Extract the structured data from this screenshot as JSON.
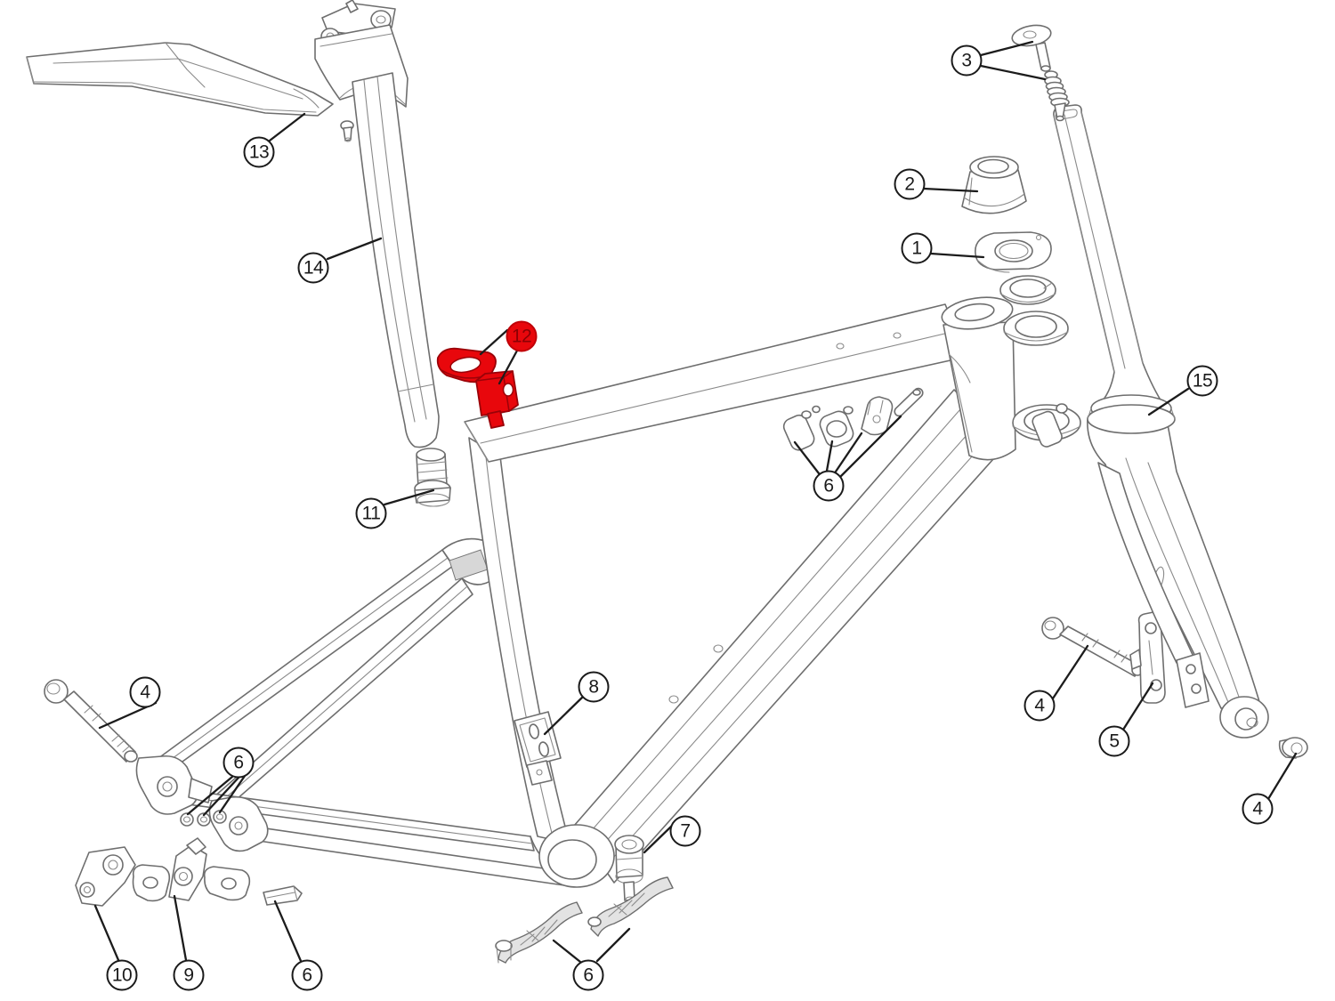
{
  "diagram": {
    "kind": "exploded-parts-diagram",
    "subject": "bicycle-frameset",
    "background_color": "#ffffff",
    "line_color": "#6e6e6e",
    "callout_border_color": "#1a1a1a",
    "highlight_fill": "#e8070c",
    "highlight_border": "#c00007",
    "highlight_text": "#8c0004",
    "callouts": [
      {
        "id": "callout-1",
        "label": "1",
        "highlighted": false
      },
      {
        "id": "callout-2",
        "label": "2",
        "highlighted": false
      },
      {
        "id": "callout-3",
        "label": "3",
        "highlighted": false
      },
      {
        "id": "callout-4-a",
        "label": "4",
        "highlighted": false
      },
      {
        "id": "callout-4-b",
        "label": "4",
        "highlighted": false
      },
      {
        "id": "callout-4-c",
        "label": "4",
        "highlighted": false
      },
      {
        "id": "callout-5",
        "label": "5",
        "highlighted": false
      },
      {
        "id": "callout-6-a",
        "label": "6",
        "highlighted": false
      },
      {
        "id": "callout-6-b",
        "label": "6",
        "highlighted": false
      },
      {
        "id": "callout-6-c",
        "label": "6",
        "highlighted": false
      },
      {
        "id": "callout-6-d",
        "label": "6",
        "highlighted": false
      },
      {
        "id": "callout-7",
        "label": "7",
        "highlighted": false
      },
      {
        "id": "callout-8",
        "label": "8",
        "highlighted": false
      },
      {
        "id": "callout-9",
        "label": "9",
        "highlighted": false
      },
      {
        "id": "callout-10",
        "label": "10",
        "highlighted": false
      },
      {
        "id": "callout-11",
        "label": "11",
        "highlighted": false
      },
      {
        "id": "callout-12",
        "label": "12",
        "highlighted": true
      },
      {
        "id": "callout-13",
        "label": "13",
        "highlighted": false
      },
      {
        "id": "callout-14",
        "label": "14",
        "highlighted": false
      },
      {
        "id": "callout-15",
        "label": "15",
        "highlighted": false
      }
    ]
  }
}
